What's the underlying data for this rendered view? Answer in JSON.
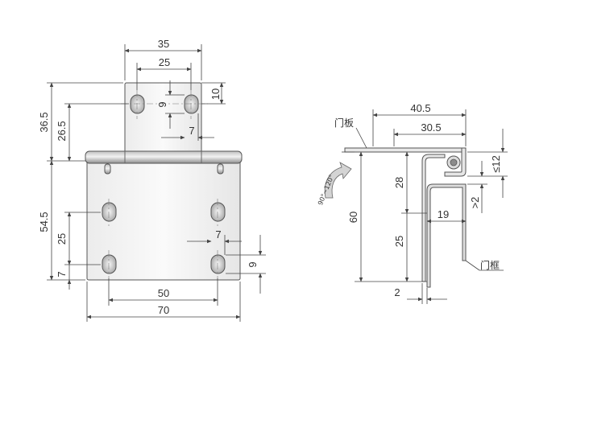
{
  "front_view": {
    "dims": {
      "top_outer_width": "35",
      "top_hole_spacing": "25",
      "top_hole_height": "9",
      "top_hole_offset": "7",
      "top_tab_size": "10",
      "height_to_tab": "36.5",
      "height_to_holes": "26.5",
      "lower_height": "54.5",
      "lower_hole_spacing": "25",
      "lower_bottom_offset": "7",
      "right_hole_offset": "7",
      "right_hole_height": "9",
      "lower_hole_width_spacing": "50",
      "total_width": "70"
    }
  },
  "side_view": {
    "dims": {
      "total_depth": "40.5",
      "inner_depth": "30.5",
      "upper_height": "28",
      "total_height": "60",
      "lower_height": "25",
      "frame_depth": "19",
      "thickness": "2",
      "pin_clearance": "≤12",
      "gap": ">2"
    },
    "labels": {
      "door_panel": "门板",
      "door_frame": "门框",
      "opening_angle": "90°~120°"
    }
  },
  "colors": {
    "metal_light": "#f4f4f4",
    "metal_mid": "#d9d9d9",
    "metal_dark": "#9a9a9a",
    "line": "#444444"
  }
}
